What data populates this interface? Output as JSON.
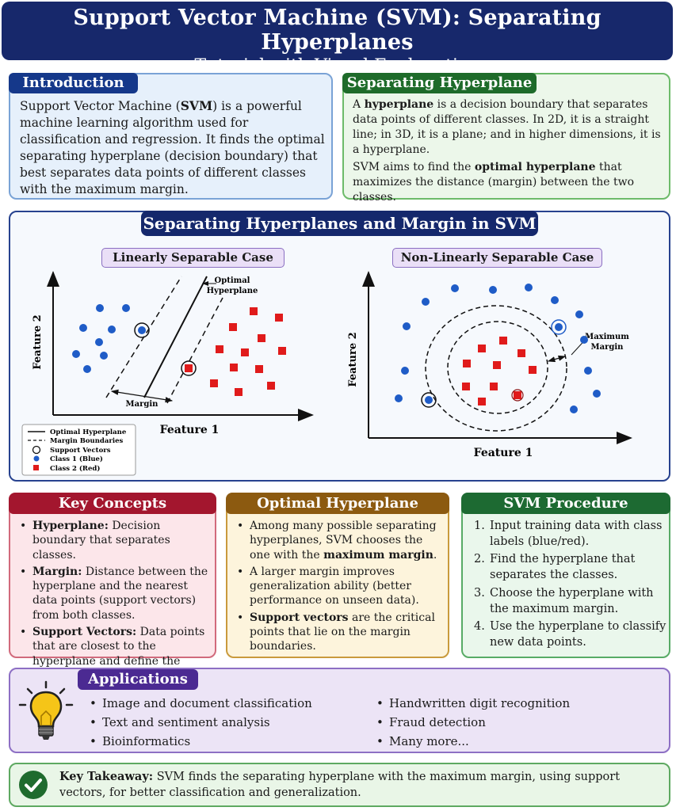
{
  "header": {
    "title": "Support Vector Machine (SVM): Separating Hyperplanes",
    "subtitle": "Tutorial with Visual Explanation"
  },
  "introduction": {
    "heading": "Introduction",
    "text_pre": "Support Vector Machine (",
    "text_bold": "SVM",
    "text_post": ") is a powerful machine learning algorithm used for classification and regression. It finds the optimal separating hyperplane (decision boundary) that best separates data points of different classes with the maximum margin."
  },
  "separating_hyperplane": {
    "heading": "Separating Hyperplane",
    "p1_pre": "A ",
    "p1_bold": "hyperplane",
    "p1_post": " is a decision boundary that separates data points of different classes. In 2D, it is a straight line; in 3D, it is a plane; and in higher dimensions, it is a hyperplane.",
    "p2_pre": "SVM aims to find the ",
    "p2_bold": "optimal hyperplane",
    "p2_post": " that maximizes the distance (margin) between the two classes."
  },
  "diagram": {
    "heading": "Separating Hyperplanes and Margin in SVM",
    "linear": {
      "tab": "Linearly Separable Case",
      "x_label": "Feature 1",
      "y_label": "Feature 2",
      "hyperplane_label_1": "Optimal",
      "hyperplane_label_2": "Hyperplane",
      "margin_label": "Margin",
      "legend": [
        "Optimal Hyperplane",
        "Margin Boundaries",
        "Support Vectors",
        "Class 1 (Blue)",
        "Class 2 (Red)"
      ]
    },
    "nonlinear": {
      "tab": "Non-Linearly Separable Case",
      "x_label": "Feature 1",
      "y_label": "Feature 2",
      "margin_label_1": "Maximum",
      "margin_label_2": "Margin"
    },
    "colors": {
      "class1": "#1f5cc7",
      "class2": "#e01b1b",
      "axis": "#111111"
    }
  },
  "key_concepts": {
    "heading": "Key Concepts",
    "items": [
      {
        "term": "Hyperplane:",
        "desc": " Decision boundary that separates classes."
      },
      {
        "term": "Margin:",
        "desc": " Distance between the hyperplane and the nearest data points (support vectors) from both classes."
      },
      {
        "term": "Support Vectors:",
        "desc": " Data points that are closest to the hyperplane and define the decision boundary."
      }
    ]
  },
  "optimal_hyperplane": {
    "heading": "Optimal Hyperplane",
    "item1_pre": "Among many possible separating hyperplanes, SVM chooses the one with the ",
    "item1_bold": "maximum margin",
    "item1_post": ".",
    "item2": "A larger margin improves generalization ability (better performance on unseen data).",
    "item3_bold": "Support vectors",
    "item3_post": " are the critical points that lie on the margin boundaries."
  },
  "procedure": {
    "heading": "SVM Procedure",
    "steps": [
      {
        "n": "1.",
        "text": "Input training data with class labels (blue/red)."
      },
      {
        "n": "2.",
        "text": "Find the hyperplane that separates the classes."
      },
      {
        "n": "3.",
        "text": "Choose the hyperplane with the maximum margin."
      },
      {
        "n": "4.",
        "text": "Use the hyperplane to classify new data points."
      }
    ]
  },
  "applications": {
    "heading": "Applications",
    "col1": [
      "Image and document classification",
      "Text and sentiment analysis",
      "Bioinformatics"
    ],
    "col2": [
      "Handwritten digit recognition",
      "Fraud detection",
      "Many more..."
    ],
    "icon": "lightbulb-icon"
  },
  "takeaway": {
    "bold": "Key Takeaway:",
    "text": " SVM finds the separating hyperplane with the maximum margin, using support vectors, for better classification and generalization.",
    "icon": "checkmark-icon"
  }
}
